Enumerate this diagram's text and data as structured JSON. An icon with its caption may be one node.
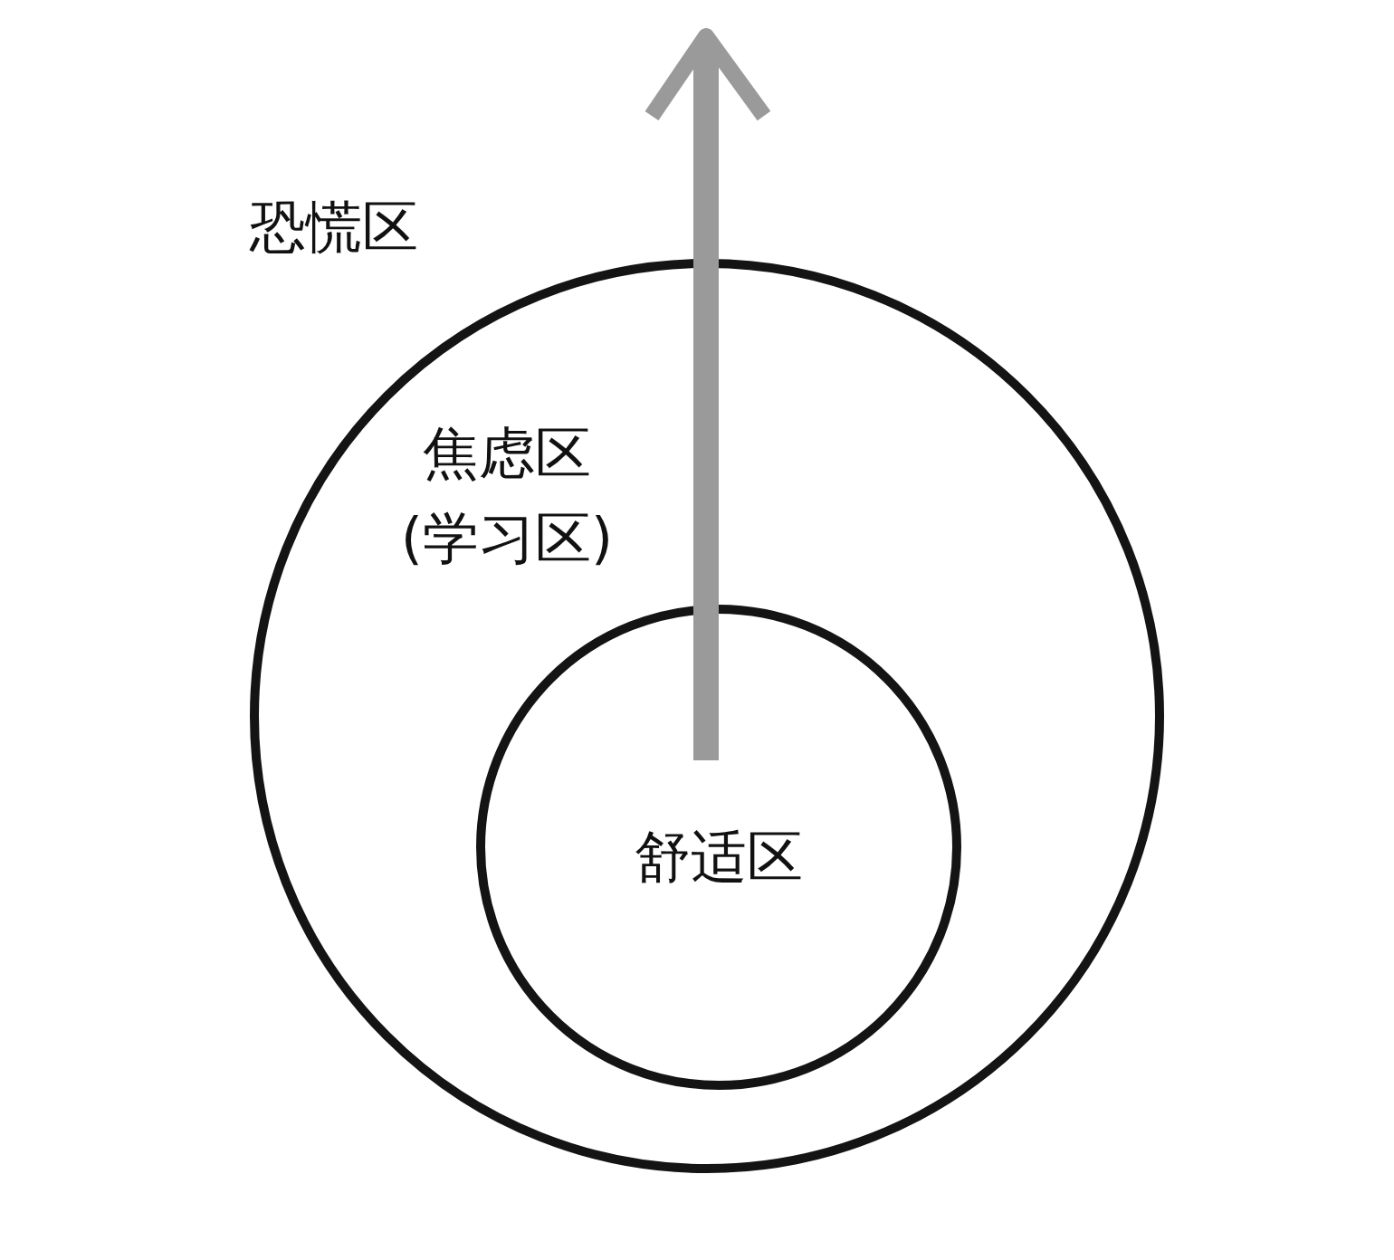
{
  "diagram": {
    "nodes": [
      {
        "text": [
          "焦虑区 (学习区)"
        ]
      },
      {
        "text": [
          "舒适区"
        ],
        "in": 0
      }
    ],
    "labels": [
      "恐慌区"
    ]
  }
}
